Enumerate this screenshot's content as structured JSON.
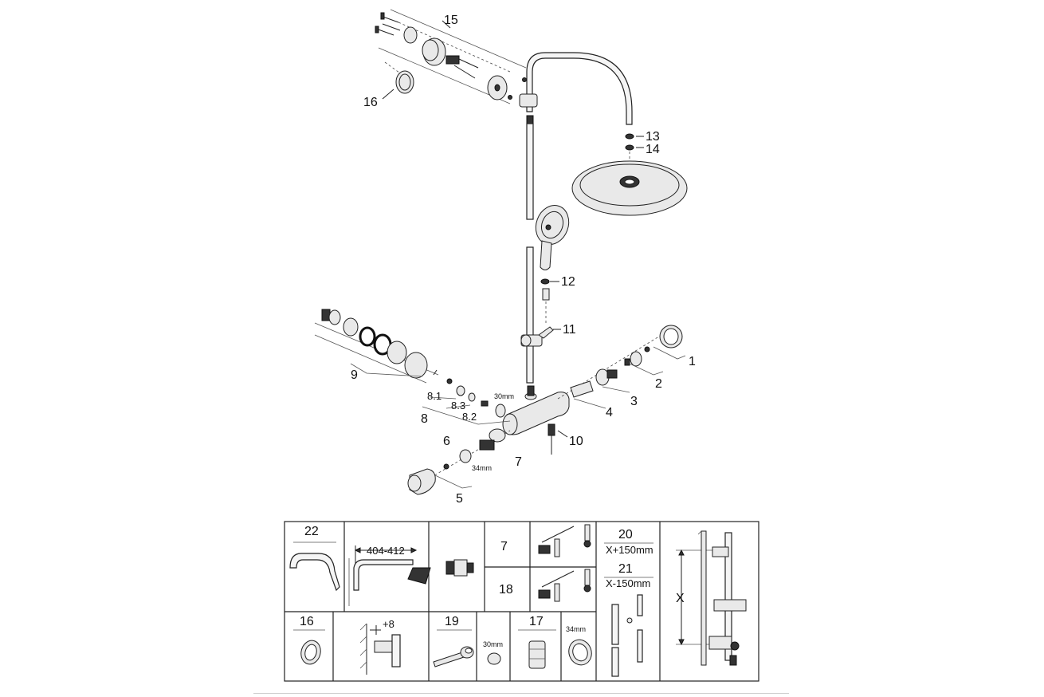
{
  "labels": {
    "p1": "1",
    "p2": "2",
    "p3": "3",
    "p4": "4",
    "p5": "5",
    "p6": "6",
    "p7": "7",
    "p8": "8",
    "p8_1": "8.1",
    "p8_2": "8.2",
    "p8_3": "8.3",
    "p9": "9",
    "p10": "10",
    "p11": "11",
    "p12": "12",
    "p13": "13",
    "p14": "14",
    "p15": "15",
    "p16": "16",
    "dim_30mm": "30mm",
    "dim_34mm": "34mm"
  },
  "table": {
    "c22": "22",
    "dim_range": "404-412",
    "c7": "7",
    "c18": "18",
    "c20": "20",
    "c20_sub": "X+150mm",
    "c21": "21",
    "c21_sub": "X-150mm",
    "x_label": "X",
    "c16": "16",
    "plus8": "+8",
    "c19": "19",
    "c19_dim": "30mm",
    "c17": "17",
    "c17_dim": "34mm"
  },
  "icons": [
    "wrench-icon",
    "thermometer-icon",
    "cartridge-icon",
    "shower-head-icon",
    "hand-shower-icon",
    "mixer-icon",
    "rail-icon",
    "ring-icon"
  ]
}
